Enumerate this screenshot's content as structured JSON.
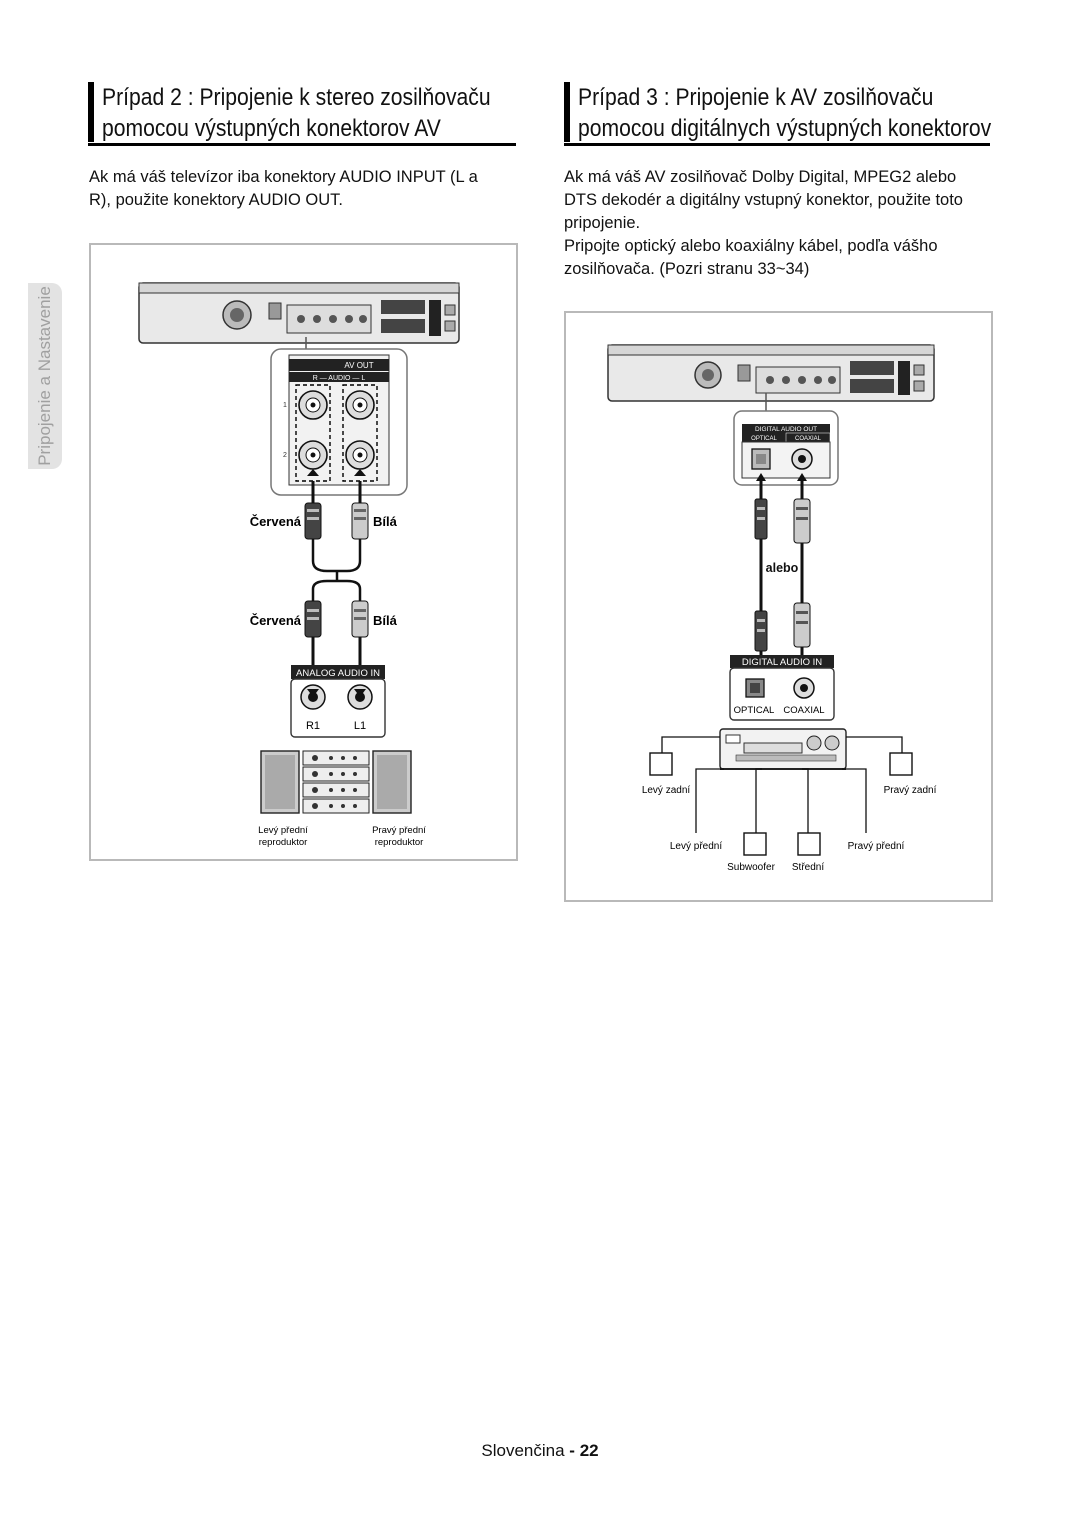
{
  "side_tab": "Pripojenie a Nastavenie",
  "left": {
    "title_line1": "Prípad 2 : Pripojenie k stereo zosilňovaču",
    "title_line2": "pomocou výstupných konektorov AV",
    "body": [
      "Ak má váš televízor iba konektory AUDIO INPUT  (L a",
      "R), použite konektory AUDIO OUT."
    ],
    "diagram": {
      "av_out": "AV OUT",
      "audio_row": "R — AUDIO — L",
      "row1": "1",
      "row2": "2",
      "red": "Červená",
      "white": "Bílá",
      "analog_in": "ANALOG  AUDIO IN",
      "r1": "R1",
      "l1": "L1",
      "left_front": "Levý přední",
      "right_front": "Pravý přední",
      "speaker": "reproduktor"
    }
  },
  "right": {
    "title_line1": "Prípad 3 : Pripojenie k AV zosilňovaču",
    "title_line2": "pomocou digitálnych výstupných konektorov",
    "body": [
      "Ak má váš AV zosilňovač Dolby Digital, MPEG2 alebo",
      "DTS dekodér a digitálny vstupný konektor, použite toto",
      "pripojenie.",
      "Pripojte optický alebo koaxiálny kábel, podľa vášho",
      "zosilňovača. (Pozri stranu 33~34)"
    ],
    "diagram": {
      "digital_out": "DIGITAL AUDIO OUT",
      "optical_small": "OPTICAL",
      "coaxial_small": "COAXIAL",
      "or": "alebo",
      "digital_in": "DIGITAL AUDIO IN",
      "optical": "OPTICAL",
      "coaxial": "COAXIAL",
      "left_rear": "Levý zadní",
      "right_rear": "Pravý zadní",
      "left_front": "Levý přední",
      "right_front": "Pravý přední",
      "subwoofer": "Subwoofer",
      "center": "Střední"
    }
  },
  "footer": {
    "language": "Slovenčina",
    "separator": "-",
    "page": "22"
  }
}
